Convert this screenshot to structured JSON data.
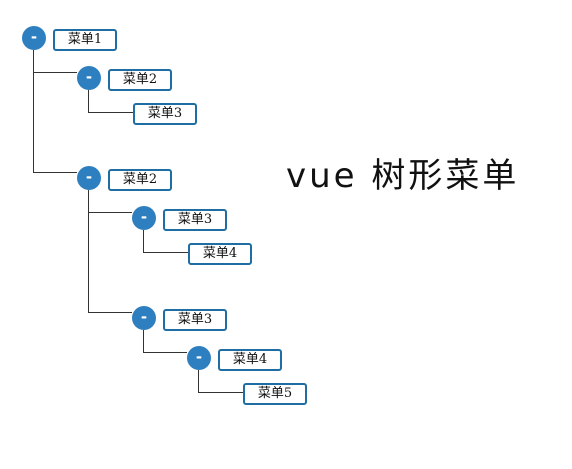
{
  "title": "vue 树形菜单",
  "colors": {
    "toggle": "#2e7fbf",
    "border": "#1f6ea3",
    "line": "#333333"
  },
  "toggle_symbol": "-",
  "tree": {
    "label": "菜单1",
    "expanded": true,
    "children": [
      {
        "label": "菜单2",
        "expanded": true,
        "children": [
          {
            "label": "菜单3"
          }
        ]
      },
      {
        "label": "菜单2",
        "expanded": true,
        "children": [
          {
            "label": "菜单3",
            "expanded": true,
            "children": [
              {
                "label": "菜单4"
              }
            ]
          },
          {
            "label": "菜单3",
            "expanded": true,
            "children": [
              {
                "label": "菜单4",
                "expanded": true,
                "children": [
                  {
                    "label": "菜单5"
                  }
                ]
              }
            ]
          }
        ]
      }
    ]
  }
}
